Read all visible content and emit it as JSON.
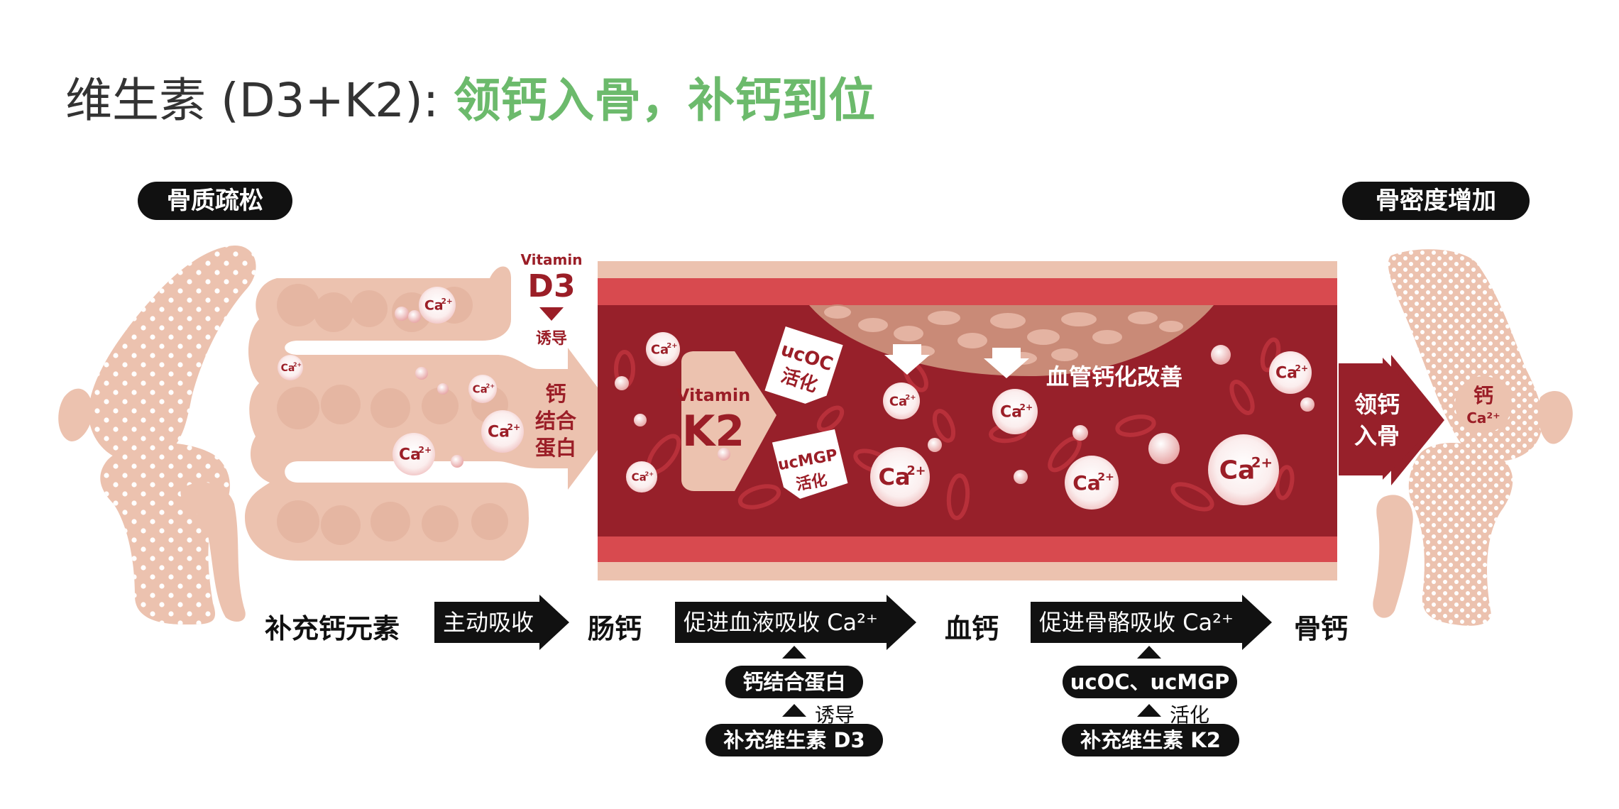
{
  "title": {
    "prefix": "维生素 (D3+K2): ",
    "highlight": "领钙入骨，补钙到位"
  },
  "badges": {
    "left": "骨质疏松",
    "right": "骨密度增加"
  },
  "ion": {
    "ca": "Ca",
    "sup": "2+"
  },
  "vitamin_d3": {
    "word": "Vitamin",
    "name": "D3",
    "action": "诱导"
  },
  "intestine_arrow": {
    "lines": [
      "钙",
      "结合",
      "蛋白"
    ]
  },
  "vitamin_k2": {
    "word": "Vitamin",
    "name": "K2"
  },
  "ucoc_box": {
    "lines": [
      "ucOC",
      "活化"
    ]
  },
  "ucmgp_box": {
    "lines": [
      "ucMGP",
      "活化"
    ]
  },
  "vessel_label": "血管钙化改善",
  "exit_arrow": {
    "lines": [
      "领钙",
      "入骨"
    ]
  },
  "healthy_bone_ion": {
    "name": "钙",
    "ion": "Ca²⁺"
  },
  "flow": {
    "step1": "补充钙元素",
    "arrow1": "主动吸收",
    "step2": "肠钙",
    "arrow2": "促进血液吸收 Ca²⁺",
    "step3": "血钙",
    "arrow3": "促进骨骼吸收 Ca²⁺",
    "step4": "骨钙"
  },
  "sub_left": {
    "box1": "钙结合蛋白",
    "verb": "诱导",
    "box2": "补充维生素 D3"
  },
  "sub_right": {
    "box1": "ucOC、ucMGP",
    "verb": "活化",
    "box2": "补充维生素 K2"
  },
  "colors": {
    "bone": "#ecc2af",
    "vessel_dark": "#97202a",
    "vessel_mid": "#d84a4f",
    "vessel_light": "#ecc2af",
    "title_accent": "#6cba6c",
    "dark_red_text": "#9b1e27"
  }
}
